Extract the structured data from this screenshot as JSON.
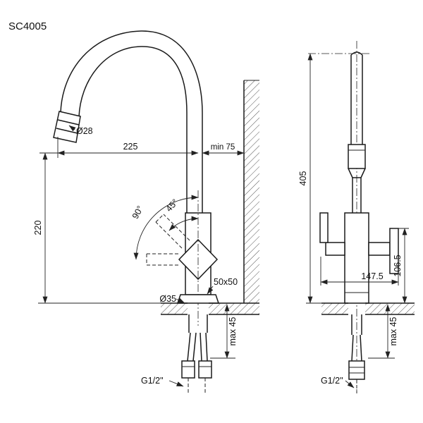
{
  "title": "SC4005",
  "front_view": {
    "spout_diameter": "Ø28",
    "spout_reach": "225",
    "wall_clearance": "min 75",
    "spout_height": "220",
    "rotation_full": "90°",
    "rotation_half": "45°",
    "base_plate": "50x50",
    "base_diameter": "Ø35",
    "deck_thickness": "max 45",
    "connection_thread": "G1/2\""
  },
  "side_view": {
    "total_height": "405",
    "handle_height": "106.5",
    "handle_width": "147.5",
    "deck_thickness": "max 45",
    "connection_thread": "G1/2\""
  },
  "colors": {
    "line": "#1a1a1a",
    "background": "#ffffff"
  }
}
